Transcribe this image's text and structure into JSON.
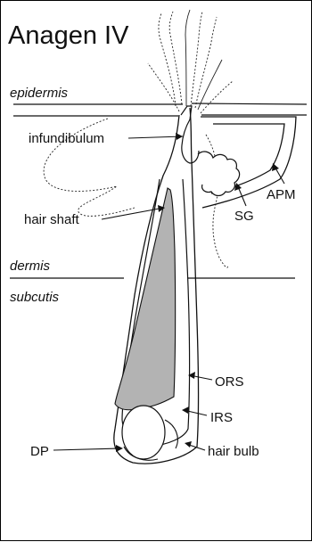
{
  "title": "Anagen IV",
  "layers": {
    "epidermis": "epidermis",
    "dermis": "dermis",
    "subcutis": "subcutis"
  },
  "labels": {
    "infundibulum": "infundibulum",
    "hair_shaft": "hair shaft",
    "sg": "SG",
    "apm": "APM",
    "ors": "ORS",
    "irs": "IRS",
    "dp": "DP",
    "hair_bulb": "hair bulb"
  },
  "colors": {
    "line": "#111111",
    "hair_fill": "#b3b3b3",
    "background": "#ffffff"
  }
}
